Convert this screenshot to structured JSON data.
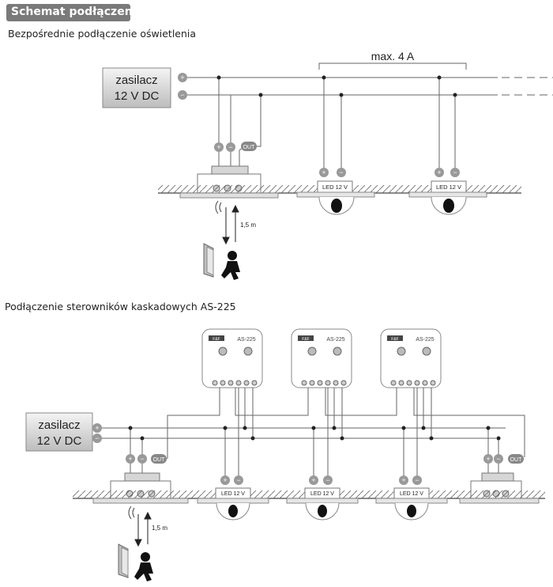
{
  "header": {
    "title": "Schemat podłączenia"
  },
  "section1": {
    "title": "Bezpośrednie podłączenie oświetlenia",
    "psu_line1": "zasilacz",
    "psu_line2": "12 V DC",
    "max_label": "max. 4 A",
    "distance": "1,5 m",
    "out_label": "OUT",
    "led_label": "LED 12 V"
  },
  "section2": {
    "title": "Podłączenie sterowników kaskadowych AS-225",
    "psu_line1": "zasilacz",
    "psu_line2": "12 V DC",
    "distance": "1,5 m",
    "out_label": "OUT",
    "led_label": "LED 12 V",
    "module_name": "AS-225",
    "module_brand": "F&F"
  },
  "colors": {
    "header_bg": "#7a7a7a",
    "line": "#555555",
    "box": "#d6d6d6"
  }
}
